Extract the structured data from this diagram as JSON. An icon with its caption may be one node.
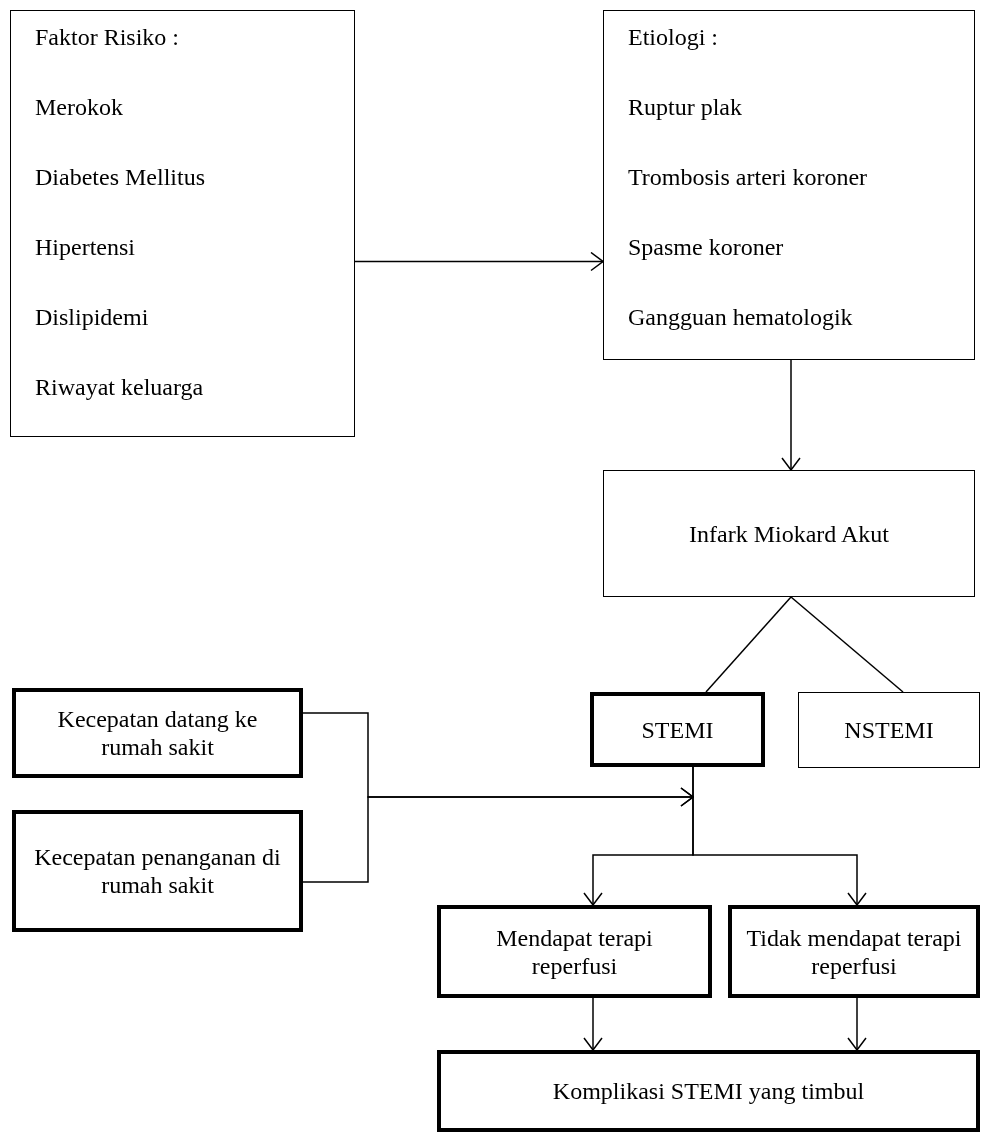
{
  "diagram": {
    "nodes": [
      {
        "text": [
          "Faktor Risiko :",
          "Merokok",
          "Diabetes Mellitus",
          "Hipertensi",
          "Dislipidemi",
          "Riwayat keluarga"
        ]
      },
      {
        "text": [
          "Etiologi :",
          "Ruptur plak",
          "Trombosis arteri koroner",
          "Spasme koroner",
          "Gangguan hematologik"
        ]
      },
      {
        "text": [
          "Infark Miokard Akut"
        ]
      },
      {
        "text": [
          "STEMI"
        ]
      },
      {
        "text": [
          "NSTEMI"
        ]
      },
      {
        "text": [
          "Kecepatan datang ke rumah sakit"
        ]
      },
      {
        "text": [
          "Kecepatan penanganan di rumah sakit"
        ]
      },
      {
        "text": [
          "Mendapat terapi reperfusi"
        ]
      },
      {
        "text": [
          "Tidak mendapat terapi reperfusi"
        ]
      },
      {
        "text": [
          "Komplikasi STEMI yang timbul"
        ]
      }
    ],
    "edges": [
      {
        "from": 0,
        "to": 1,
        "arrow": "to"
      },
      {
        "from": 1,
        "to": 2,
        "arrow": "to"
      },
      {
        "from": 2,
        "to": 3,
        "arrow": "none"
      },
      {
        "from": 2,
        "to": 4,
        "arrow": "none"
      },
      {
        "from": 3,
        "to": 7,
        "arrow": "to"
      },
      {
        "from": 3,
        "to": 8,
        "arrow": "to"
      },
      {
        "from": 5,
        "to": null,
        "arrow": "to"
      },
      {
        "from": 6,
        "to": null,
        "arrow": "to"
      },
      {
        "from": 7,
        "to": 9,
        "arrow": "to"
      },
      {
        "from": 8,
        "to": 9,
        "arrow": "to"
      }
    ]
  }
}
